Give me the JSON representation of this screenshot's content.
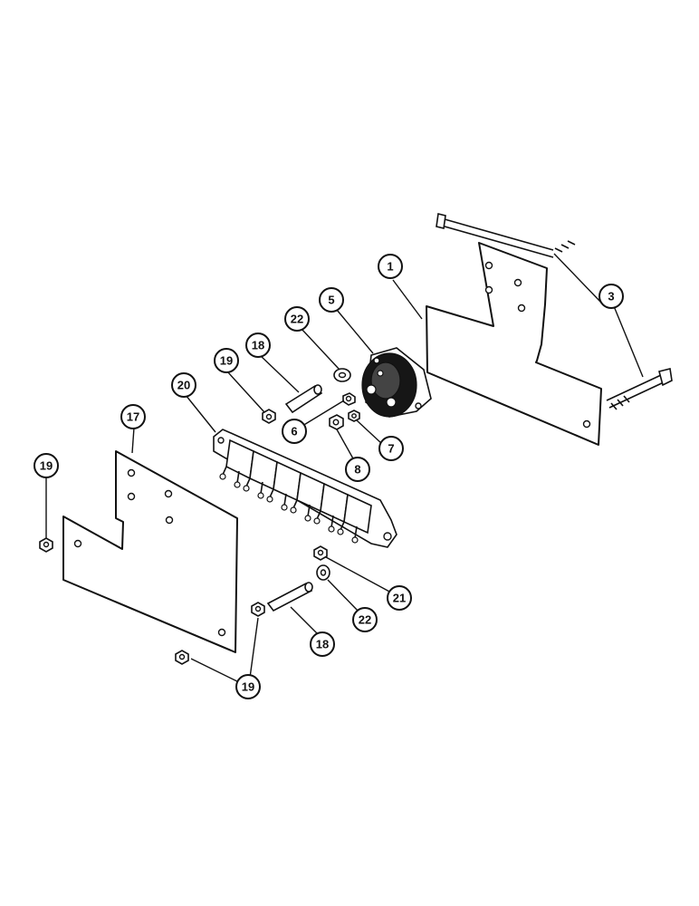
{
  "diagram": {
    "callouts": [
      {
        "id": "c1",
        "label": "1"
      },
      {
        "id": "c3",
        "label": "3"
      },
      {
        "id": "c5",
        "label": "5"
      },
      {
        "id": "c22a",
        "label": "22"
      },
      {
        "id": "c18a",
        "label": "18"
      },
      {
        "id": "c19a",
        "label": "19"
      },
      {
        "id": "c20",
        "label": "20"
      },
      {
        "id": "c6",
        "label": "6"
      },
      {
        "id": "c7",
        "label": "7"
      },
      {
        "id": "c8",
        "label": "8"
      },
      {
        "id": "c17",
        "label": "17"
      },
      {
        "id": "c19b",
        "label": "19"
      },
      {
        "id": "c21",
        "label": "21"
      },
      {
        "id": "c22b",
        "label": "22"
      },
      {
        "id": "c18b",
        "label": "18"
      },
      {
        "id": "c19c",
        "label": "19"
      }
    ],
    "colors": {
      "ink": "#111111",
      "paper": "#ffffff"
    }
  }
}
